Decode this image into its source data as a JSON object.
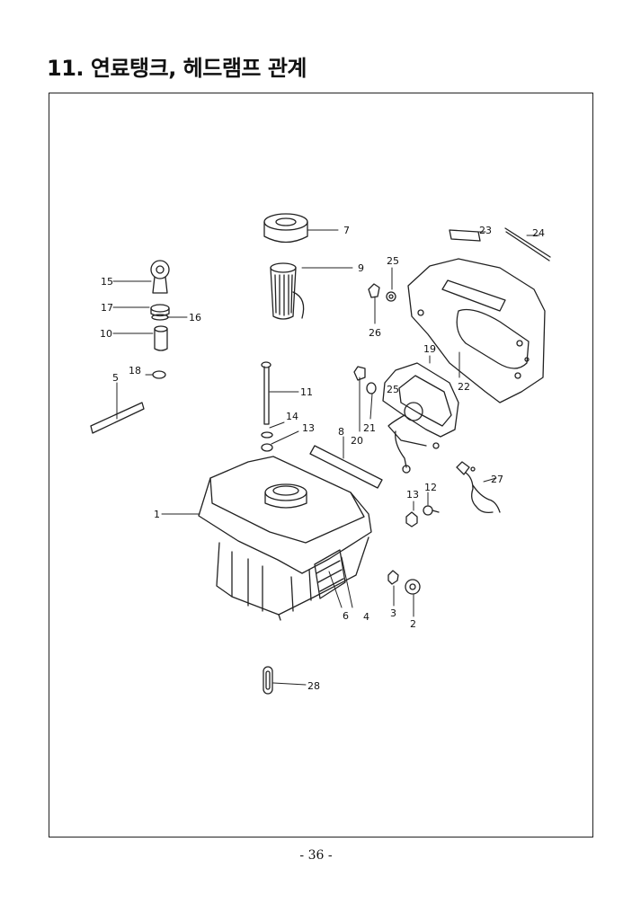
{
  "page": {
    "title": "11. 연료탱크, 헤드램프 관계",
    "page_number": "- 36 -"
  },
  "callouts": [
    "1",
    "2",
    "3",
    "4",
    "5",
    "6",
    "7",
    "8",
    "9",
    "10",
    "11",
    "12",
    "13",
    "13",
    "14",
    "15",
    "16",
    "17",
    "18",
    "19",
    "20",
    "21",
    "22",
    "23",
    "24",
    "25",
    "25",
    "26",
    "27",
    "28"
  ]
}
